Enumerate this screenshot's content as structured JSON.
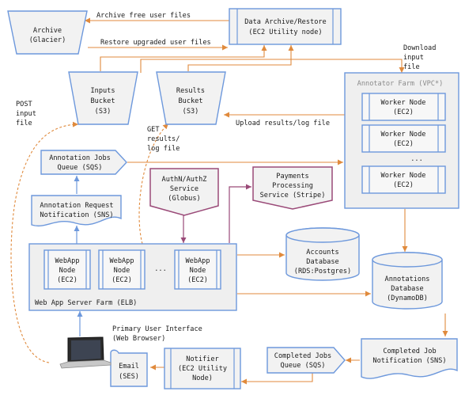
{
  "nodes": {
    "archive": [
      "Archive",
      "(Glacier)"
    ],
    "data_archive": [
      "Data Archive/Restore",
      "(EC2 Utility node)"
    ],
    "inputs_bucket": [
      "Inputs",
      "Bucket",
      "(S3)"
    ],
    "results_bucket": [
      "Results",
      "Bucket",
      "(S3)"
    ],
    "annotator_farm": "Annotator Farm (VPC*)",
    "worker_node": [
      "Worker Node",
      "(EC2)"
    ],
    "worker_ellipsis": "...",
    "jobs_queue": [
      "Annotation Jobs",
      "Queue (SQS)"
    ],
    "request_notification": [
      "Annotation Request",
      "Notification (SNS)"
    ],
    "auth_service": [
      "AuthN/AuthZ",
      "Service",
      "(Globus)"
    ],
    "payments_service": [
      "Payments",
      "Processing",
      "Service (Stripe)"
    ],
    "webapp_node": [
      "WebApp",
      "Node",
      "(EC2)"
    ],
    "webapp_ellipsis": "...",
    "web_farm": "Web App Server Farm (ELB)",
    "accounts_db": [
      "Accounts",
      "Database",
      "(RDS:Postgres)"
    ],
    "annotations_db": [
      "Annotations",
      "Database",
      "(DynamoDB)"
    ],
    "completed_queue": [
      "Completed Jobs",
      "Queue (SQS)"
    ],
    "completed_notification": [
      "Completed Job",
      "Notification (SNS)"
    ],
    "notifier": [
      "Notifier",
      "(EC2 Utility",
      "Node)"
    ],
    "email": [
      "Email",
      "(SES)"
    ]
  },
  "labels": {
    "archive_free": "Archive free user files",
    "restore_upgraded": "Restore upgraded user files",
    "download_input": [
      "Download",
      "input",
      "file"
    ],
    "post_input": [
      "POST",
      "input",
      "file"
    ],
    "upload_results": "Upload results/log file",
    "get_results": [
      "GET",
      "results/",
      "log file"
    ],
    "primary_ui": [
      "Primary User Interface",
      "(Web Browser)"
    ]
  },
  "colors": {
    "box_stroke": "#6d98dc",
    "service_stroke": "#9a4a78",
    "flow_arrow": "#e08a3c",
    "fill": "#f2f2f2"
  },
  "icons": {
    "client": "laptop-icon"
  }
}
